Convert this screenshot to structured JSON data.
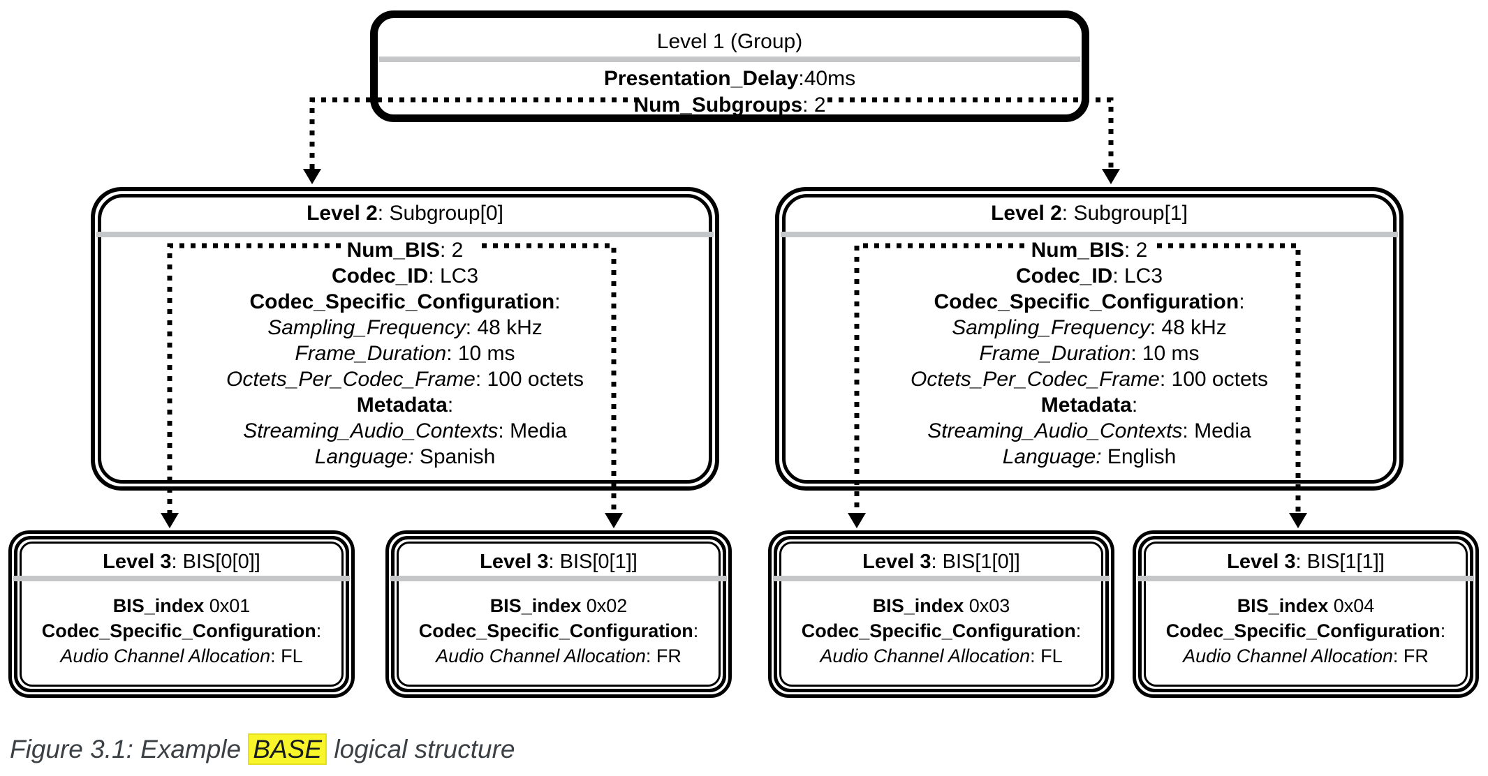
{
  "level1": {
    "title": "Level 1 (Group)",
    "fields": [
      {
        "label": "Presentation_Delay",
        "value": ":40ms"
      },
      {
        "label": "Num_Subgroups",
        "value": ": 2"
      }
    ]
  },
  "subgroups": [
    {
      "title_label": "Level 2",
      "title_value": ": Subgroup[0]",
      "lines": [
        {
          "l": "Num_BIS",
          "v": ": 2"
        },
        {
          "l": "Codec_ID",
          "v": ": LC3"
        },
        {
          "l": "Codec_Specific_Configuration",
          "v": ":"
        },
        {
          "l": "Sampling_Frequency",
          "v": ": 48 kHz"
        },
        {
          "l": "Frame_Duration",
          "v": ": 10 ms"
        },
        {
          "l": "Octets_Per_Codec_Frame",
          "v": ": 100 octets"
        },
        {
          "l": "Metadata",
          "v": ":"
        },
        {
          "l": "Streaming_Audio_Contexts",
          "v": ": Media"
        },
        {
          "l": "Language:",
          "v": " Spanish"
        }
      ]
    },
    {
      "title_label": "Level 2",
      "title_value": ": Subgroup[1]",
      "lines": [
        {
          "l": "Num_BIS",
          "v": ": 2"
        },
        {
          "l": "Codec_ID",
          "v": ": LC3"
        },
        {
          "l": "Codec_Specific_Configuration",
          "v": ":"
        },
        {
          "l": "Sampling_Frequency",
          "v": ": 48 kHz"
        },
        {
          "l": "Frame_Duration",
          "v": ": 10 ms"
        },
        {
          "l": "Octets_Per_Codec_Frame",
          "v": ": 100 octets"
        },
        {
          "l": "Metadata",
          "v": ":"
        },
        {
          "l": "Streaming_Audio_Contexts",
          "v": ": Media"
        },
        {
          "l": "Language:",
          "v": " English"
        }
      ]
    }
  ],
  "bis_boxes": [
    {
      "title_label": "Level 3",
      "title_value": ": BIS[0[0]]",
      "lines": [
        {
          "l": "BIS_index",
          "v": " 0x01"
        },
        {
          "l": "Codec_Specific_Configuration",
          "v": ":"
        },
        {
          "l": "Audio Channel Allocation",
          "v": ": FL"
        }
      ]
    },
    {
      "title_label": "Level 3",
      "title_value": ": BIS[0[1]]",
      "lines": [
        {
          "l": "BIS_index",
          "v": " 0x02"
        },
        {
          "l": "Codec_Specific_Configuration",
          "v": ":"
        },
        {
          "l": "Audio Channel Allocation",
          "v": ": FR"
        }
      ]
    },
    {
      "title_label": "Level 3",
      "title_value": ": BIS[1[0]]",
      "lines": [
        {
          "l": "BIS_index",
          "v": " 0x03"
        },
        {
          "l": "Codec_Specific_Configuration",
          "v": ":"
        },
        {
          "l": "Audio Channel Allocation",
          "v": ": FL"
        }
      ]
    },
    {
      "title_label": "Level 3",
      "title_value": ": BIS[1[1]]",
      "lines": [
        {
          "l": "BIS_index",
          "v": " 0x04"
        },
        {
          "l": "Codec_Specific_Configuration",
          "v": ":"
        },
        {
          "l": "Audio Channel Allocation",
          "v": ": FR"
        }
      ]
    }
  ],
  "caption": {
    "prefix": "Figure 3.1: Example ",
    "highlight": "BASE",
    "suffix": " logical structure"
  },
  "colors": {
    "line_black": "#000000",
    "divider_gray": "#c5c6c8",
    "highlight_yellow": "#f8f62b",
    "caption_text": "#3b4045",
    "background": "#ffffff"
  }
}
